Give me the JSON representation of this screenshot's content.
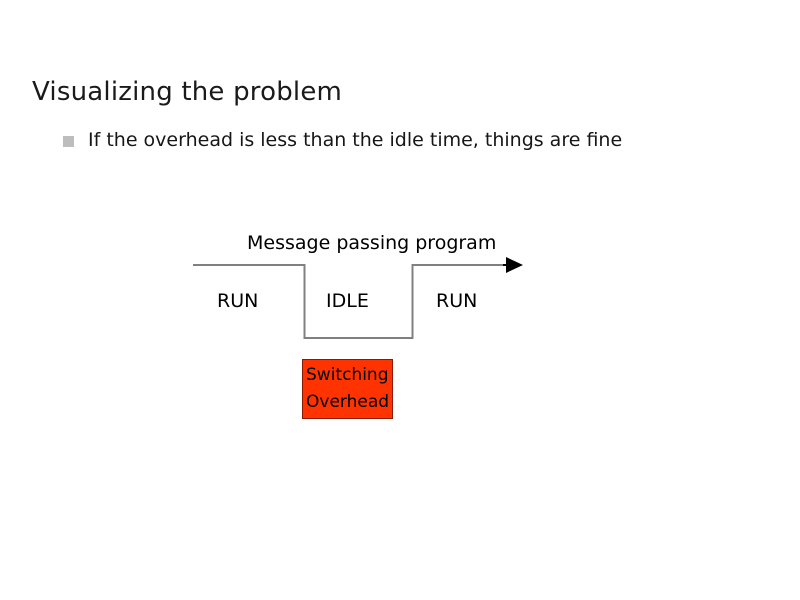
{
  "slide": {
    "title": "Visualizing the problem",
    "background_color": "#ffffff",
    "bullets": [
      {
        "marker": "square-bullet",
        "text": "If the overhead is less than the idle time, things are fine"
      }
    ]
  },
  "diagram": {
    "caption": "Message passing program",
    "timeline_arrow": "right-arrow",
    "phases": [
      {
        "label": "RUN",
        "state": "high"
      },
      {
        "label": "IDLE",
        "state": "low"
      },
      {
        "label": "RUN",
        "state": "high"
      }
    ],
    "callout": {
      "lines": [
        "Switching",
        "Overhead"
      ],
      "fill_color": "#ff3300",
      "text_color": "#000000"
    },
    "line_color": "#808080",
    "arrow_color": "#000000"
  }
}
